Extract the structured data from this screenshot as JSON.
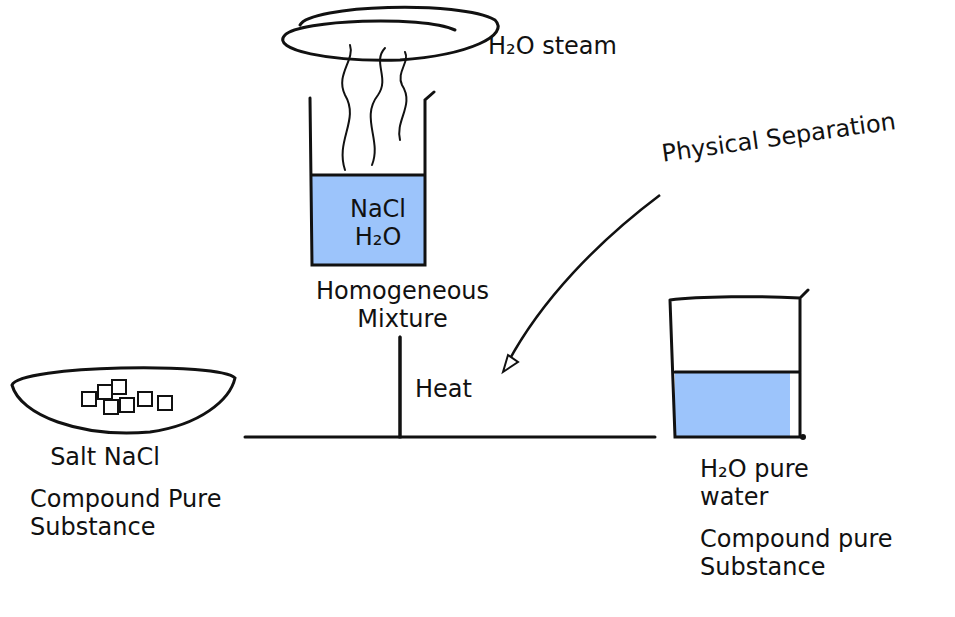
{
  "diagram": {
    "nodes": [
      {
        "text": [
          "NaCl H₂O",
          "Homogeneous Mixture"
        ]
      },
      {
        "text": [
          "Salt NaCl",
          "Compound Pure Substance"
        ]
      },
      {
        "text": [
          "H₂O pure water",
          "Compound pure Substance"
        ]
      }
    ],
    "edges": [
      {
        "from": 0,
        "to": 1,
        "arrow": "none"
      },
      {
        "from": 0,
        "to": 2,
        "arrow": "none"
      }
    ],
    "labels": [
      "H₂O steam",
      "Physical Separation",
      "Heat"
    ]
  }
}
